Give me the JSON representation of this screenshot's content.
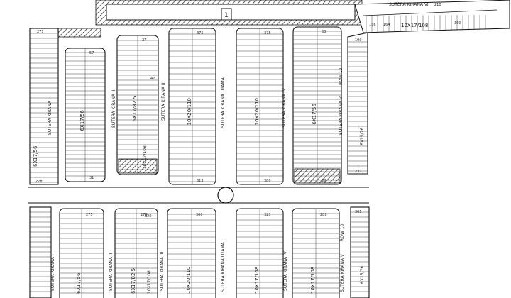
{
  "map": {
    "streets": {
      "top": "SUTERA KIRANA VII",
      "kirana_1": "SUTERA KIRANA I",
      "kirana_2": "SUTERA KIRANA II",
      "kirana_3": "SUTERA KIRANA III",
      "utama": "SUTERA KIRANA UTAMA",
      "kirana_4": "SUTERA KIRANA IV",
      "kirana_5": "SUTERA KIRANA V",
      "row_10": "ROW 10"
    },
    "lot_sizes": {
      "top_right": "10X17/108",
      "b1": "6X17/56",
      "b2": "6X17/82.5",
      "b3": "10X17/108",
      "b4": "10X20/110",
      "b5": "10X20/110",
      "b6": "6X17/56",
      "b7": "6X15/76",
      "left": "6X17/56",
      "c1": "6X17/56",
      "c2": "6X17/82.5",
      "c3": "10X17/108",
      "c4": "10X20/110",
      "c5": "10X17/108",
      "c6": "10X17/108",
      "c7": "6X15/76"
    },
    "block_numbers": {
      "b1_top": "57",
      "b1_bot": "31",
      "b2_top": "37",
      "b3_top": "47",
      "b4_top": "375",
      "b4_bot": "313",
      "b5_top": "378",
      "b5_bot": "380",
      "b6_top": "60",
      "b6_bot": "28",
      "b7_top": "190",
      "b7_bot": "232",
      "left_top": "271",
      "left_bot": "278",
      "c1_top": "275",
      "c2_top": "278",
      "c3_top": "320",
      "c4_top": "360",
      "c5_top": "323",
      "c6_top": "288",
      "c7_top": "305",
      "top_a": "156",
      "top_b": "164",
      "top_c": "360",
      "top_d": "210"
    },
    "markers": {
      "gate": "1"
    }
  }
}
